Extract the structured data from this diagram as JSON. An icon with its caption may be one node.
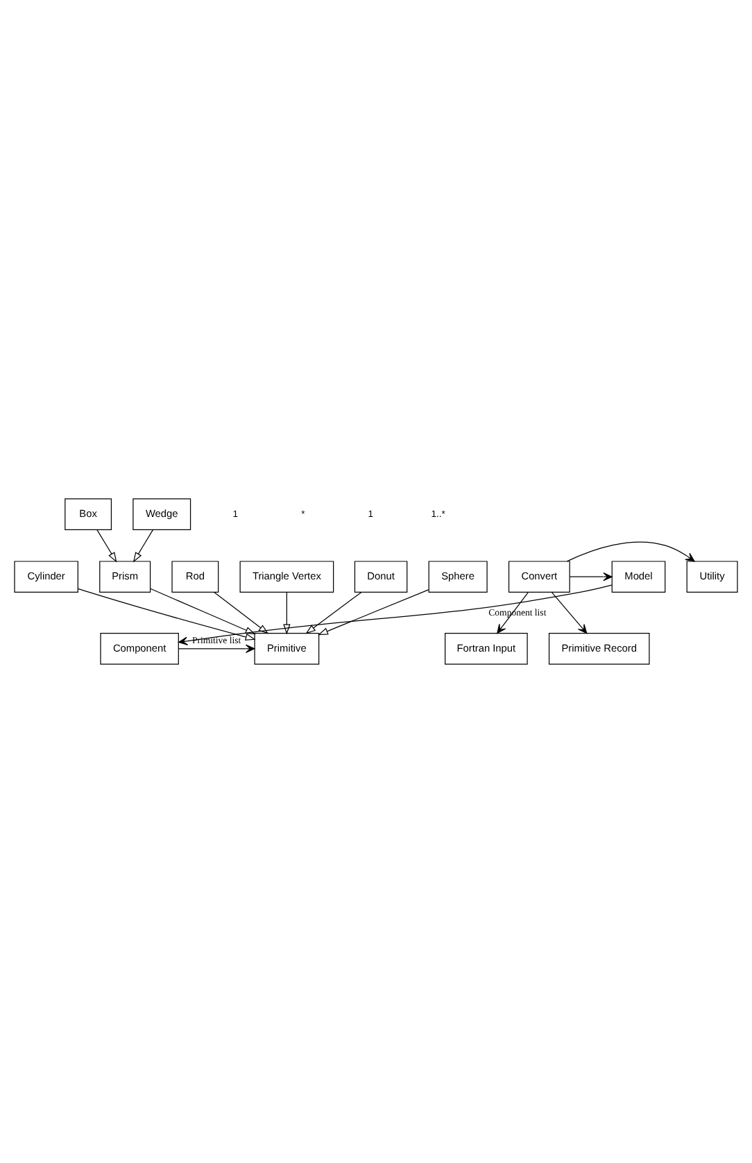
{
  "diagram": {
    "nodes": [
      {
        "text": [
          "Model"
        ]
      },
      {
        "text": [
          "Convert"
        ]
      },
      {
        "text": [
          "Utility"
        ]
      },
      {
        "text": [
          "Fortran Input"
        ]
      },
      {
        "text": [
          "Primitive Record"
        ]
      },
      {
        "text": [
          "Component"
        ]
      },
      {
        "text": [
          "Primitive"
        ]
      },
      {
        "text": [
          "Triangle Vertex"
        ]
      },
      {
        "text": [
          "Donut"
        ]
      },
      {
        "text": [
          "Sphere"
        ]
      },
      {
        "text": [
          "Cylinder"
        ]
      },
      {
        "text": [
          "Prism"
        ]
      },
      {
        "text": [
          "Rod"
        ]
      },
      {
        "text": [
          "Box"
        ]
      },
      {
        "text": [
          "Wedge"
        ]
      }
    ],
    "edges": [
      {
        "from": 1,
        "to": 0,
        "arrow": "to"
      },
      {
        "from": 1,
        "to": 2,
        "arrow": "to"
      },
      {
        "from": 1,
        "to": 3,
        "arrow": "to"
      },
      {
        "from": 1,
        "to": 4,
        "arrow": "to"
      },
      {
        "from": 0,
        "to": 5,
        "arrow": "to",
        "label": "Component list"
      },
      {
        "from": 5,
        "to": 6,
        "arrow": "to",
        "label": "Primitive list"
      },
      {
        "from": 7,
        "to": 6,
        "arrow": "to"
      },
      {
        "from": 8,
        "to": 6,
        "arrow": "to"
      },
      {
        "from": 11,
        "to": 6,
        "arrow": "to"
      },
      {
        "from": 9,
        "to": 6,
        "arrow": "to"
      },
      {
        "from": 12,
        "to": 6,
        "arrow": "to"
      },
      {
        "from": 10,
        "to": 6,
        "arrow": "to"
      },
      {
        "from": 13,
        "to": 11,
        "arrow": "to"
      },
      {
        "from": 14,
        "to": 11,
        "arrow": "to"
      }
    ],
    "labels": [
      "1",
      "*",
      "1",
      "1..*"
    ]
  }
}
